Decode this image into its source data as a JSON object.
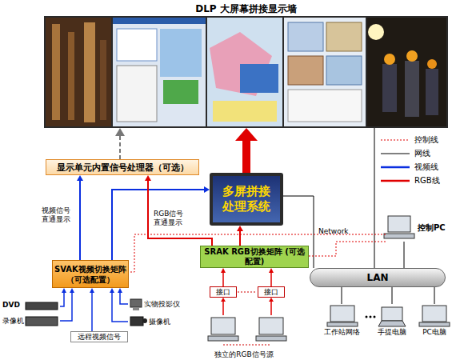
{
  "diagram": {
    "nodes": [
      {
        "text": [
          "DLP 大屏幕拼接显示墙"
        ]
      },
      {
        "text": [
          "显示单元内置信号处理器（可选）"
        ]
      },
      {
        "text": [
          "多屏拼接处理系统"
        ]
      },
      {
        "text": [
          "控制PC"
        ]
      },
      {
        "text": [
          "SRAK RGB切换矩阵 (可选配置)"
        ]
      },
      {
        "text": [
          "SVAK视频切换矩阵（可选配置）"
        ]
      },
      {
        "text": [
          "接口"
        ]
      },
      {
        "text": [
          "接口"
        ]
      },
      {
        "text": [
          "LAN"
        ]
      },
      {
        "text": [
          "DVD"
        ]
      },
      {
        "text": [
          "录像机"
        ]
      },
      {
        "text": [
          "实物投影仪"
        ]
      },
      {
        "text": [
          "摄像机"
        ]
      },
      {
        "text": [
          "远程视频信号"
        ]
      },
      {
        "text": [
          "独立的RGB信号源"
        ]
      },
      {
        "text": [
          "工作站网络"
        ]
      },
      {
        "text": [
          "手提电脑"
        ]
      },
      {
        "text": [
          "PC电脑"
        ]
      }
    ],
    "edges": [
      {
        "from": 1,
        "to": 0,
        "arrow": "to"
      },
      {
        "from": 2,
        "to": 0,
        "arrow": "to"
      },
      {
        "from": 8,
        "to": 0,
        "arrow": "none"
      },
      {
        "from": 2,
        "to": 8,
        "label": "Network",
        "arrow": "none"
      },
      {
        "from": 3,
        "to": 8,
        "arrow": "none"
      },
      {
        "from": 3,
        "to": 4,
        "arrow": "none"
      },
      {
        "from": 3,
        "to": 5,
        "arrow": "none"
      },
      {
        "from": 5,
        "to": 1,
        "label": "视频信号 直通显示",
        "arrow": "to"
      },
      {
        "from": 5,
        "to": 2,
        "arrow": "to"
      },
      {
        "from": 4,
        "to": 2,
        "arrow": "to"
      },
      {
        "from": 4,
        "to": 1,
        "label": "RGB信号 直通显示",
        "arrow": "to"
      },
      {
        "from": 9,
        "to": 5,
        "arrow": "to"
      },
      {
        "from": 10,
        "to": 5,
        "arrow": "to"
      },
      {
        "from": 13,
        "to": 5,
        "arrow": "to"
      },
      {
        "from": 12,
        "to": 5,
        "arrow": "to"
      },
      {
        "from": 11,
        "to": 5,
        "arrow": "to"
      },
      {
        "from": 6,
        "to": 4,
        "arrow": "to"
      },
      {
        "from": 7,
        "to": 4,
        "arrow": "to"
      },
      {
        "from": 14,
        "to": 6,
        "arrow": "to"
      },
      {
        "from": 14,
        "to": 7,
        "arrow": "to"
      },
      {
        "from": 15,
        "to": 8,
        "arrow": "none"
      },
      {
        "from": 16,
        "to": 8,
        "arrow": "none"
      },
      {
        "from": 17,
        "to": 8,
        "arrow": "none"
      }
    ],
    "legend": [
      {
        "text": "控制线"
      },
      {
        "text": "网线"
      },
      {
        "text": "视频线"
      },
      {
        "text": "RGB线"
      }
    ]
  }
}
